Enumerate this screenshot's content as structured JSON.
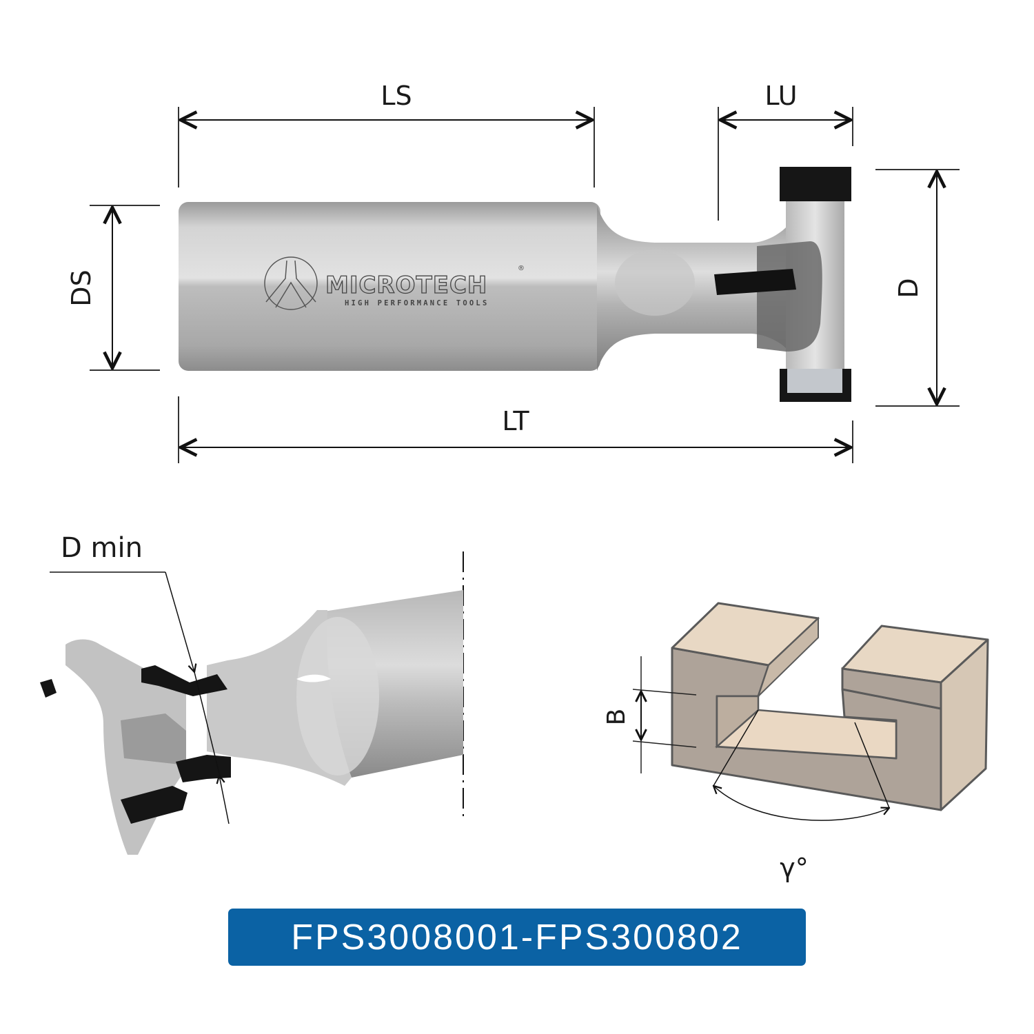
{
  "diagram": {
    "top_view": {
      "dimensions": {
        "ls": "LS",
        "lu": "LU",
        "ds": "DS",
        "d": "D",
        "lt": "LT"
      },
      "logo": {
        "brand": "MICROTECH",
        "tagline": "HIGH PERFORMANCE TOOLS",
        "registered": "®"
      }
    },
    "detail_view": {
      "label": "D min"
    },
    "slot_view": {
      "width_label": "B",
      "angle_label": "γ°"
    }
  },
  "product_codes": {
    "label": "FPS3008001-FPS300802",
    "color": "#0b62a4"
  }
}
